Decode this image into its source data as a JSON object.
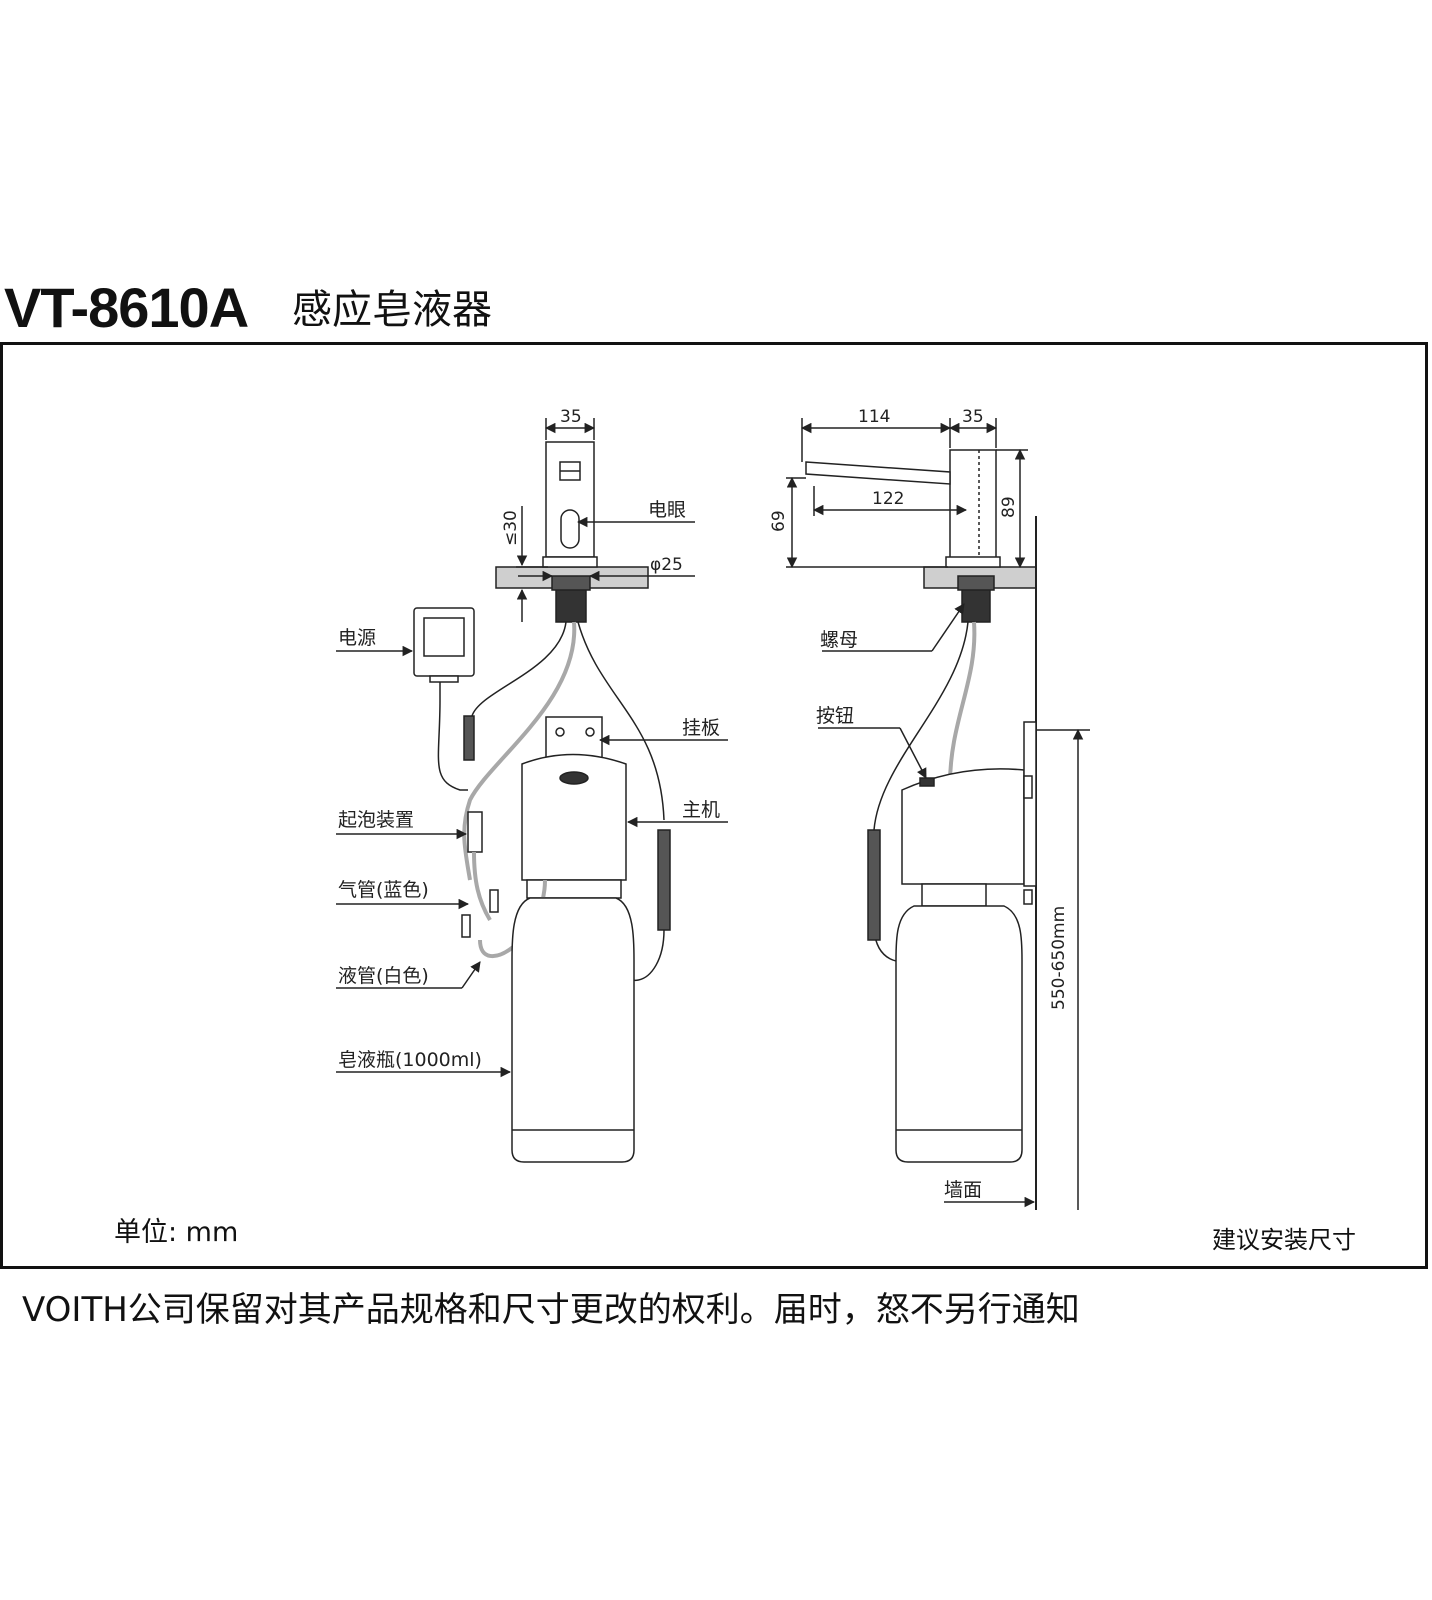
{
  "header": {
    "model": "VT-8610A",
    "product_name": "感应皂液器"
  },
  "front_view": {
    "dim_width": "35",
    "dim_max_thickness": "≤30",
    "dim_diameter": "φ25",
    "label_sensor": "电眼",
    "label_power": "电源",
    "label_bracket": "挂板",
    "label_main_unit": "主机",
    "label_foam_device": "起泡装置",
    "label_air_tube": "气管(蓝色)",
    "label_liquid_tube": "液管(白色)",
    "label_bottle": "皂液瓶(1000ml)"
  },
  "side_view": {
    "dim_reach": "114",
    "dim_width": "35",
    "dim_spout": "122",
    "dim_height_spout": "69",
    "dim_height_total": "89",
    "dim_install_height": "550-650mm",
    "label_nut": "螺母",
    "label_button": "按钮",
    "label_wall": "墙面"
  },
  "footer": {
    "unit": "单位: mm",
    "suggested_install": "建议安装尺寸",
    "notice": "VOITH公司保留对其产品规格和尺寸更改的权利。届时，怒不另行通知"
  },
  "colors": {
    "line": "#222222",
    "tube_gray": "#a8a8a8",
    "counter_gray": "#cfcfcf"
  }
}
